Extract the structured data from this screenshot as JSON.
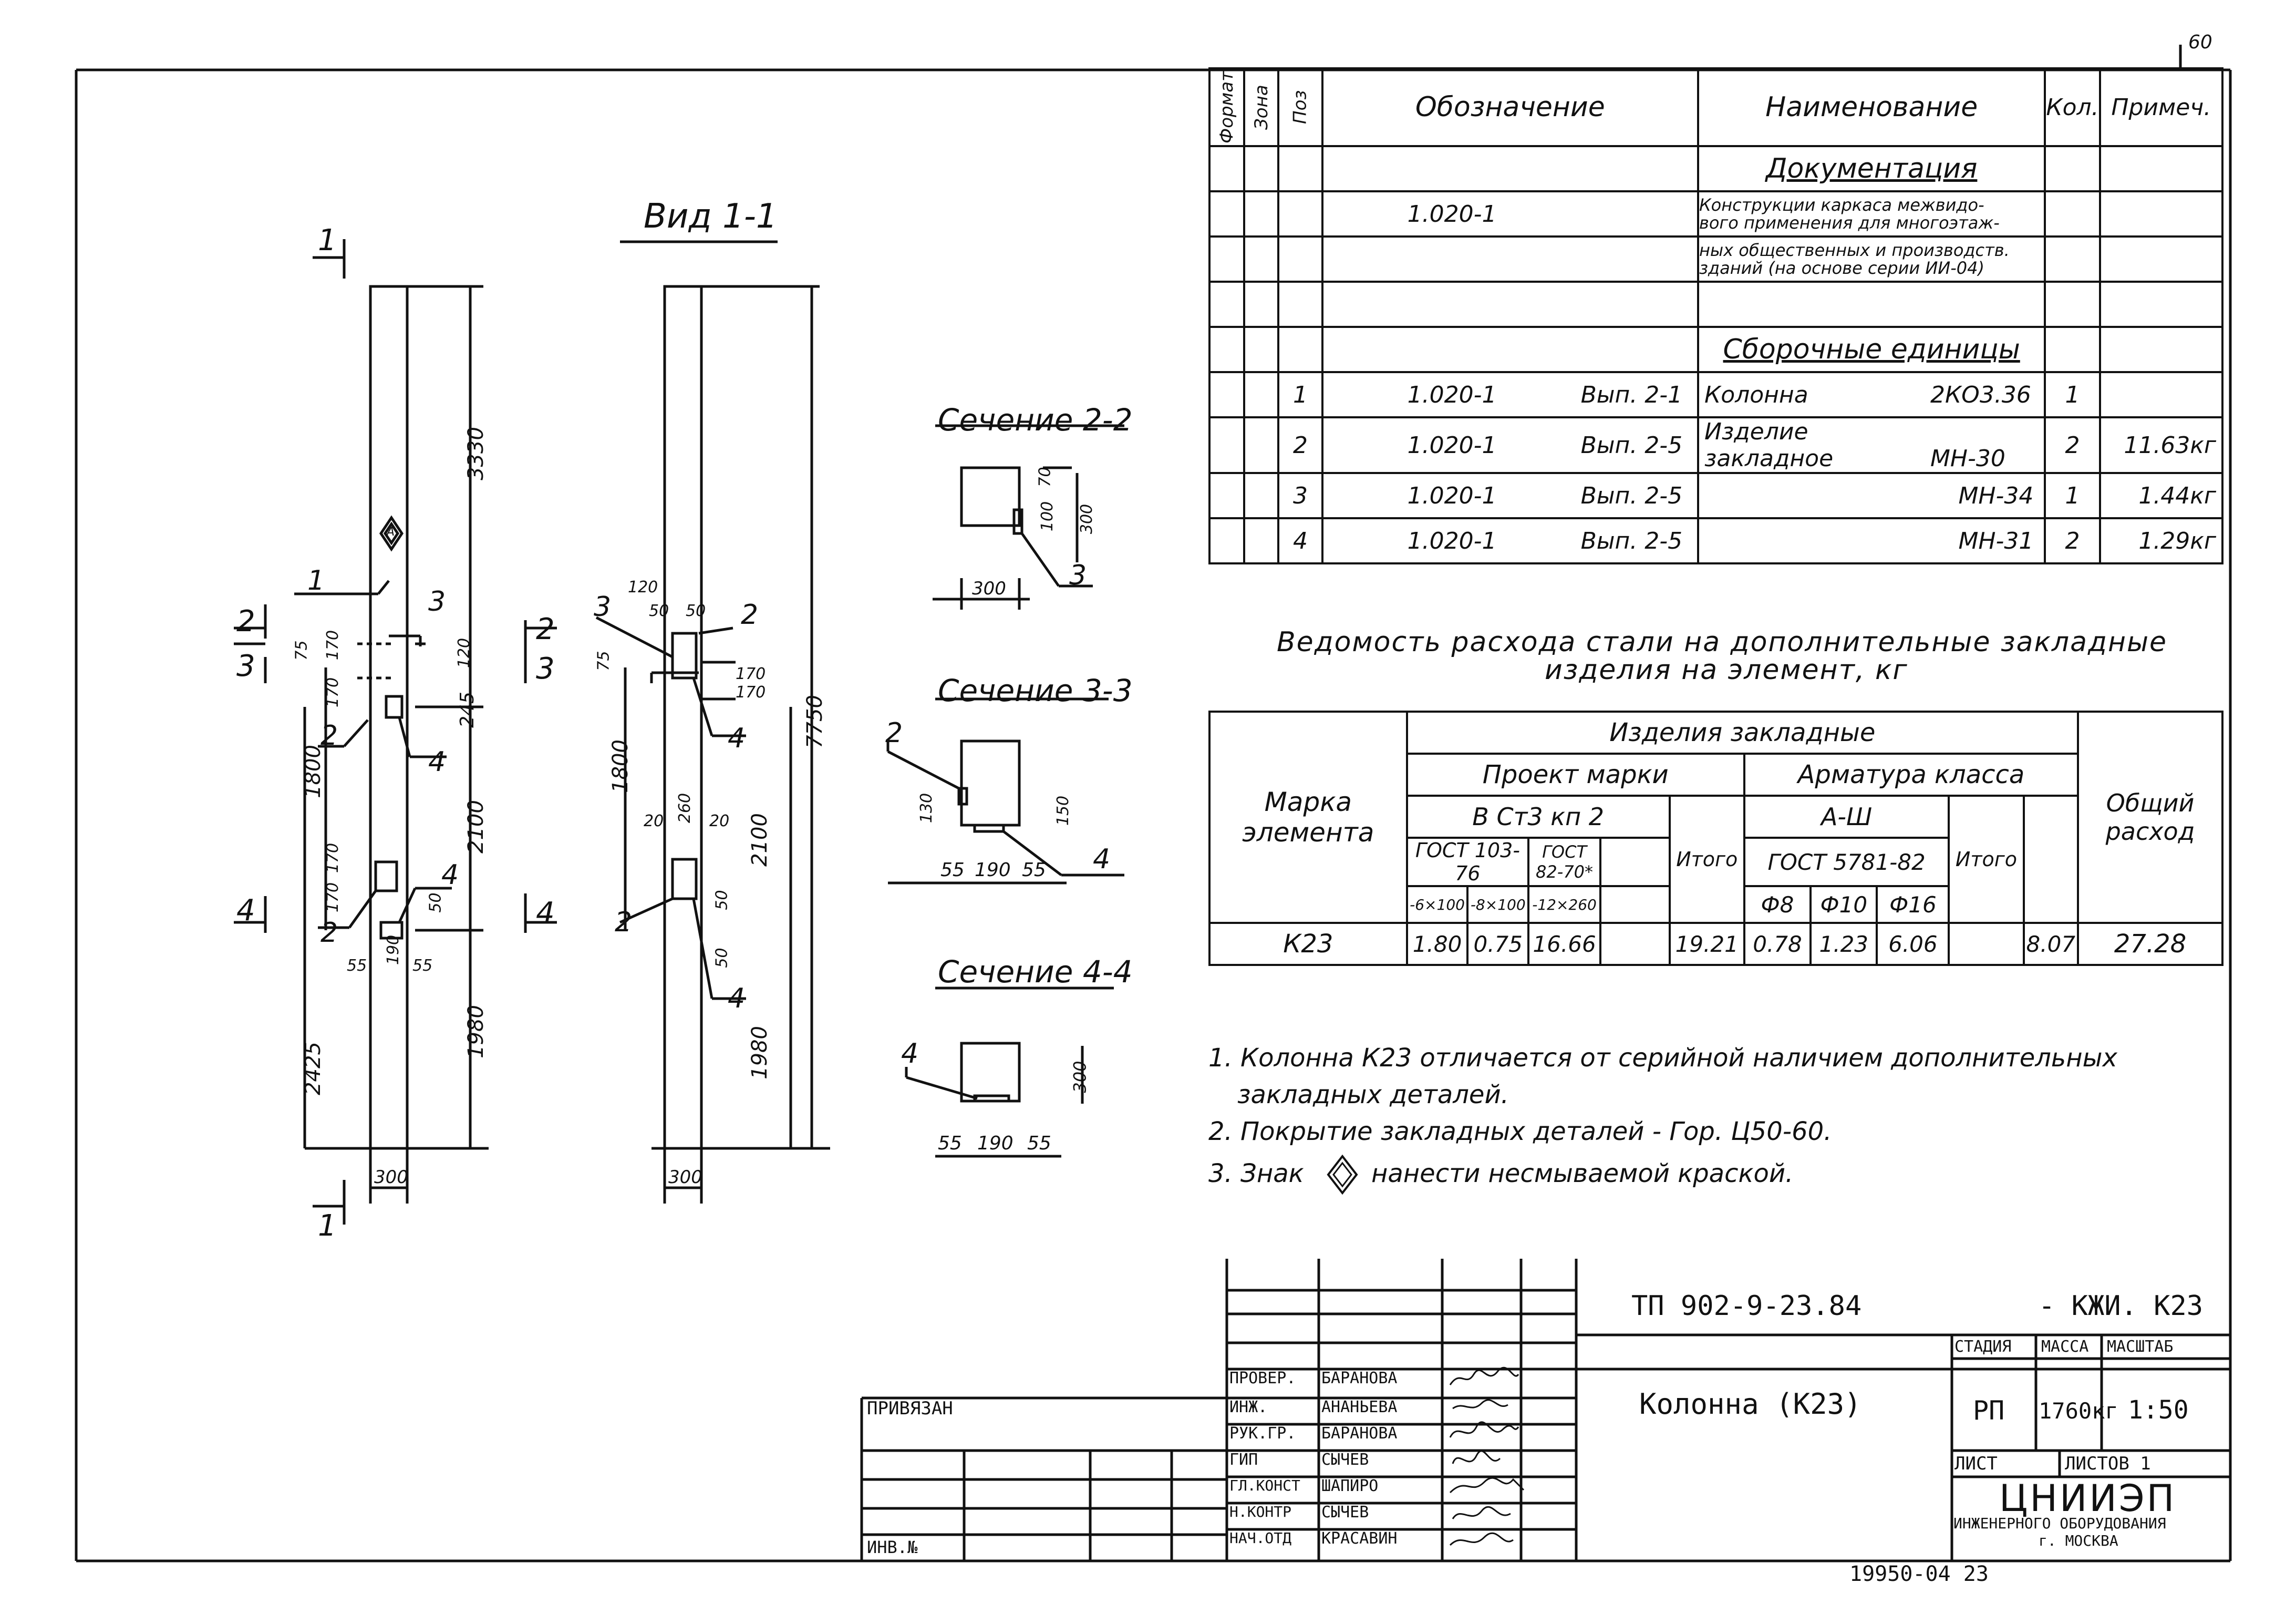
{
  "page_number": "60",
  "view_title": "Вид 1-1",
  "sections": {
    "s22": "Сечение 2-2",
    "s33": "Сечение 3-3",
    "s44": "Сечение 4-4"
  },
  "column_dims": {
    "total_height": "7750",
    "upper": "3330",
    "d1800": "1800",
    "d2100": "2100",
    "d2425": "2425",
    "d1980": "1980",
    "width": "300",
    "d120": "120",
    "d245": "245",
    "d75": "75",
    "d170": "170",
    "d50": "50",
    "d55": "55",
    "d190": "190",
    "d260": "260",
    "d20": "20",
    "d70": "70",
    "d100": "100",
    "d150": "150",
    "d130": "130"
  },
  "section_markers": [
    "1",
    "2",
    "3",
    "4"
  ],
  "position_labels": [
    "1",
    "2",
    "3",
    "4"
  ],
  "mark_symbol": "А",
  "spec_table": {
    "headers": {
      "format": "Формат",
      "zone": "Зона",
      "pos": "Поз",
      "designation": "Обозначение",
      "name": "Наименование",
      "qty": "Кол.",
      "note": "Примеч."
    },
    "doc_section": "Документация",
    "doc_designation": "1.020-1",
    "doc_name_1": "Конструкции каркаса межвидо-",
    "doc_name_2": "вого применения для многоэтаж-",
    "doc_name_3": "ных общественных и производств.",
    "doc_name_4": "зданий (на основе серии ИИ-04)",
    "assembly_section": "Сборочные единицы",
    "rows": [
      {
        "pos": "1",
        "designation": "1.020-1",
        "issue": "Вып. 2-1",
        "name": "Колонна",
        "mark": "2КО3.36",
        "qty": "1",
        "note": ""
      },
      {
        "pos": "2",
        "designation": "1.020-1",
        "issue": "Вып. 2-5",
        "name": "Изделие закладное",
        "mark": "МН-30",
        "qty": "2",
        "note": "11.63кг"
      },
      {
        "pos": "3",
        "designation": "1.020-1",
        "issue": "Вып. 2-5",
        "name": "",
        "mark": "МН-34",
        "qty": "1",
        "note": "1.44кг"
      },
      {
        "pos": "4",
        "designation": "1.020-1",
        "issue": "Вып. 2-5",
        "name": "",
        "mark": "МН-31",
        "qty": "2",
        "note": "1.29кг"
      }
    ]
  },
  "steel_title_1": "Ведомость расхода стали на дополнительные закладные",
  "steel_title_2": "изделия на элемент, кг",
  "steel_table": {
    "embedded": "Изделия закладные",
    "project_marks": "Проект марки",
    "rebar_class": "Арматура класса",
    "mark_label_1": "Марка",
    "mark_label_2": "элемента",
    "steel_grade": "В Ст3 кп 2",
    "rebar_grade": "А-Ш",
    "gost1": "ГОСТ 103-76",
    "gost2": "ГОСТ 82-70*",
    "gost3": "ГОСТ 5781-82",
    "total_label": "Итого",
    "grand_total_1": "Общий",
    "grand_total_2": "расход",
    "sizes": [
      "-6×100",
      "-8×100",
      "-12×260"
    ],
    "diams": [
      "Ф8",
      "Ф10",
      "Ф16"
    ],
    "row": {
      "mark": "К23",
      "v1": "1.80",
      "v2": "0.75",
      "v3": "16.66",
      "v4": "",
      "subtotal1": "19.21",
      "r1": "0.78",
      "r2": "1.23",
      "r3": "6.06",
      "r4": "",
      "subtotal2": "8.07",
      "total": "27.28"
    }
  },
  "notes": [
    "1. Колонна К23 отличается от серийной наличием дополнительных",
    "закладных деталей.",
    "2. Покрытие закладных деталей - Гор. Ц50-60.",
    "3. Знак",
    "нанести несмываемой краской."
  ],
  "stamp": {
    "doc_code": "ТП 902-9-23.84",
    "doc_suffix": "- КЖИ. К23",
    "title": "Колонна (К23)",
    "stage_label": "СТАДИЯ",
    "mass_label": "МАССА",
    "scale_label": "МАСШТАБ",
    "stage": "РП",
    "mass": "1760кг",
    "scale": "1:50",
    "sheet_label": "ЛИСТ",
    "sheets_label": "ЛИСТОВ 1",
    "org_1": "ЦНИИЭП",
    "org_2": "ИНЖЕНЕРНОГО ОБОРУДОВАНИЯ",
    "org_3": "г. МОСКВА",
    "privyazan": "ПРИВЯЗАН",
    "inv": "ИНВ.№",
    "roles": [
      "ПРОВЕР.",
      "ИНЖ.",
      "РУК.ГР.",
      "ГИП",
      "ГЛ.КОНСТ",
      "Н.КОНТР",
      "НАЧ.ОТД"
    ],
    "names": [
      "БАРАНОВА",
      "АНАНЬЕВА",
      "БАРАНОВА",
      "СЫЧЕВ",
      "ШАПИРО",
      "СЫЧЕВ",
      "КРАСАВИН"
    ],
    "footer": "19950-04 23"
  }
}
